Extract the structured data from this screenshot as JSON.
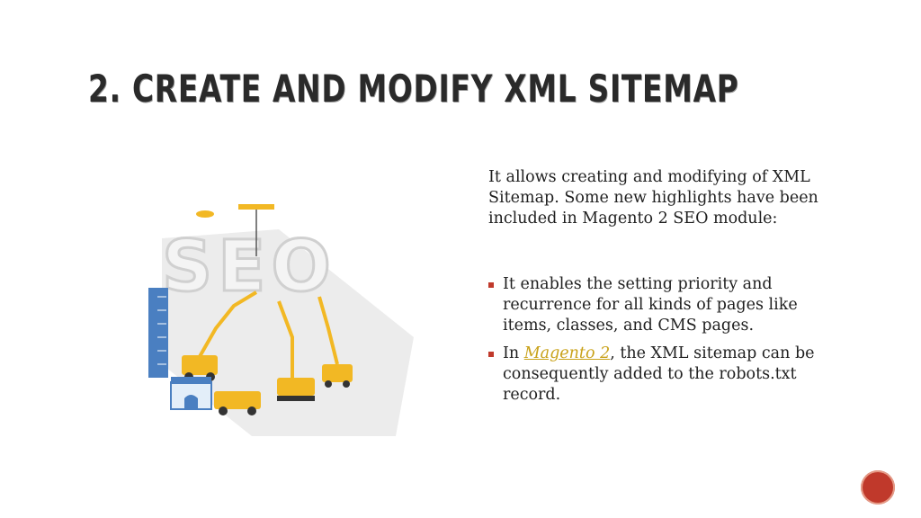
{
  "slide": {
    "title": "2. Create and Modify XML Sitemap",
    "intro": "It allows creating and modifying of XML Sitemap. Some new highlights have been included in Magento 2 SEO module:",
    "bullets": [
      {
        "text": "It enables the setting priority and recurrence for all kinds of pages like items, classes, and CMS pages."
      },
      {
        "prefix": "In ",
        "link_text": "Magento 2",
        "suffix": ", the XML sitemap can be consequently added to the robots.txt record."
      }
    ],
    "illustration": {
      "icon": "seo-construction-illustration",
      "word": "SEO"
    },
    "page_badge": {
      "icon": "page-number-badge"
    },
    "colors": {
      "accent": "#c0392b",
      "link": "#c9a21a",
      "machinery": "#f2b824",
      "title": "#2a2a2a"
    }
  }
}
